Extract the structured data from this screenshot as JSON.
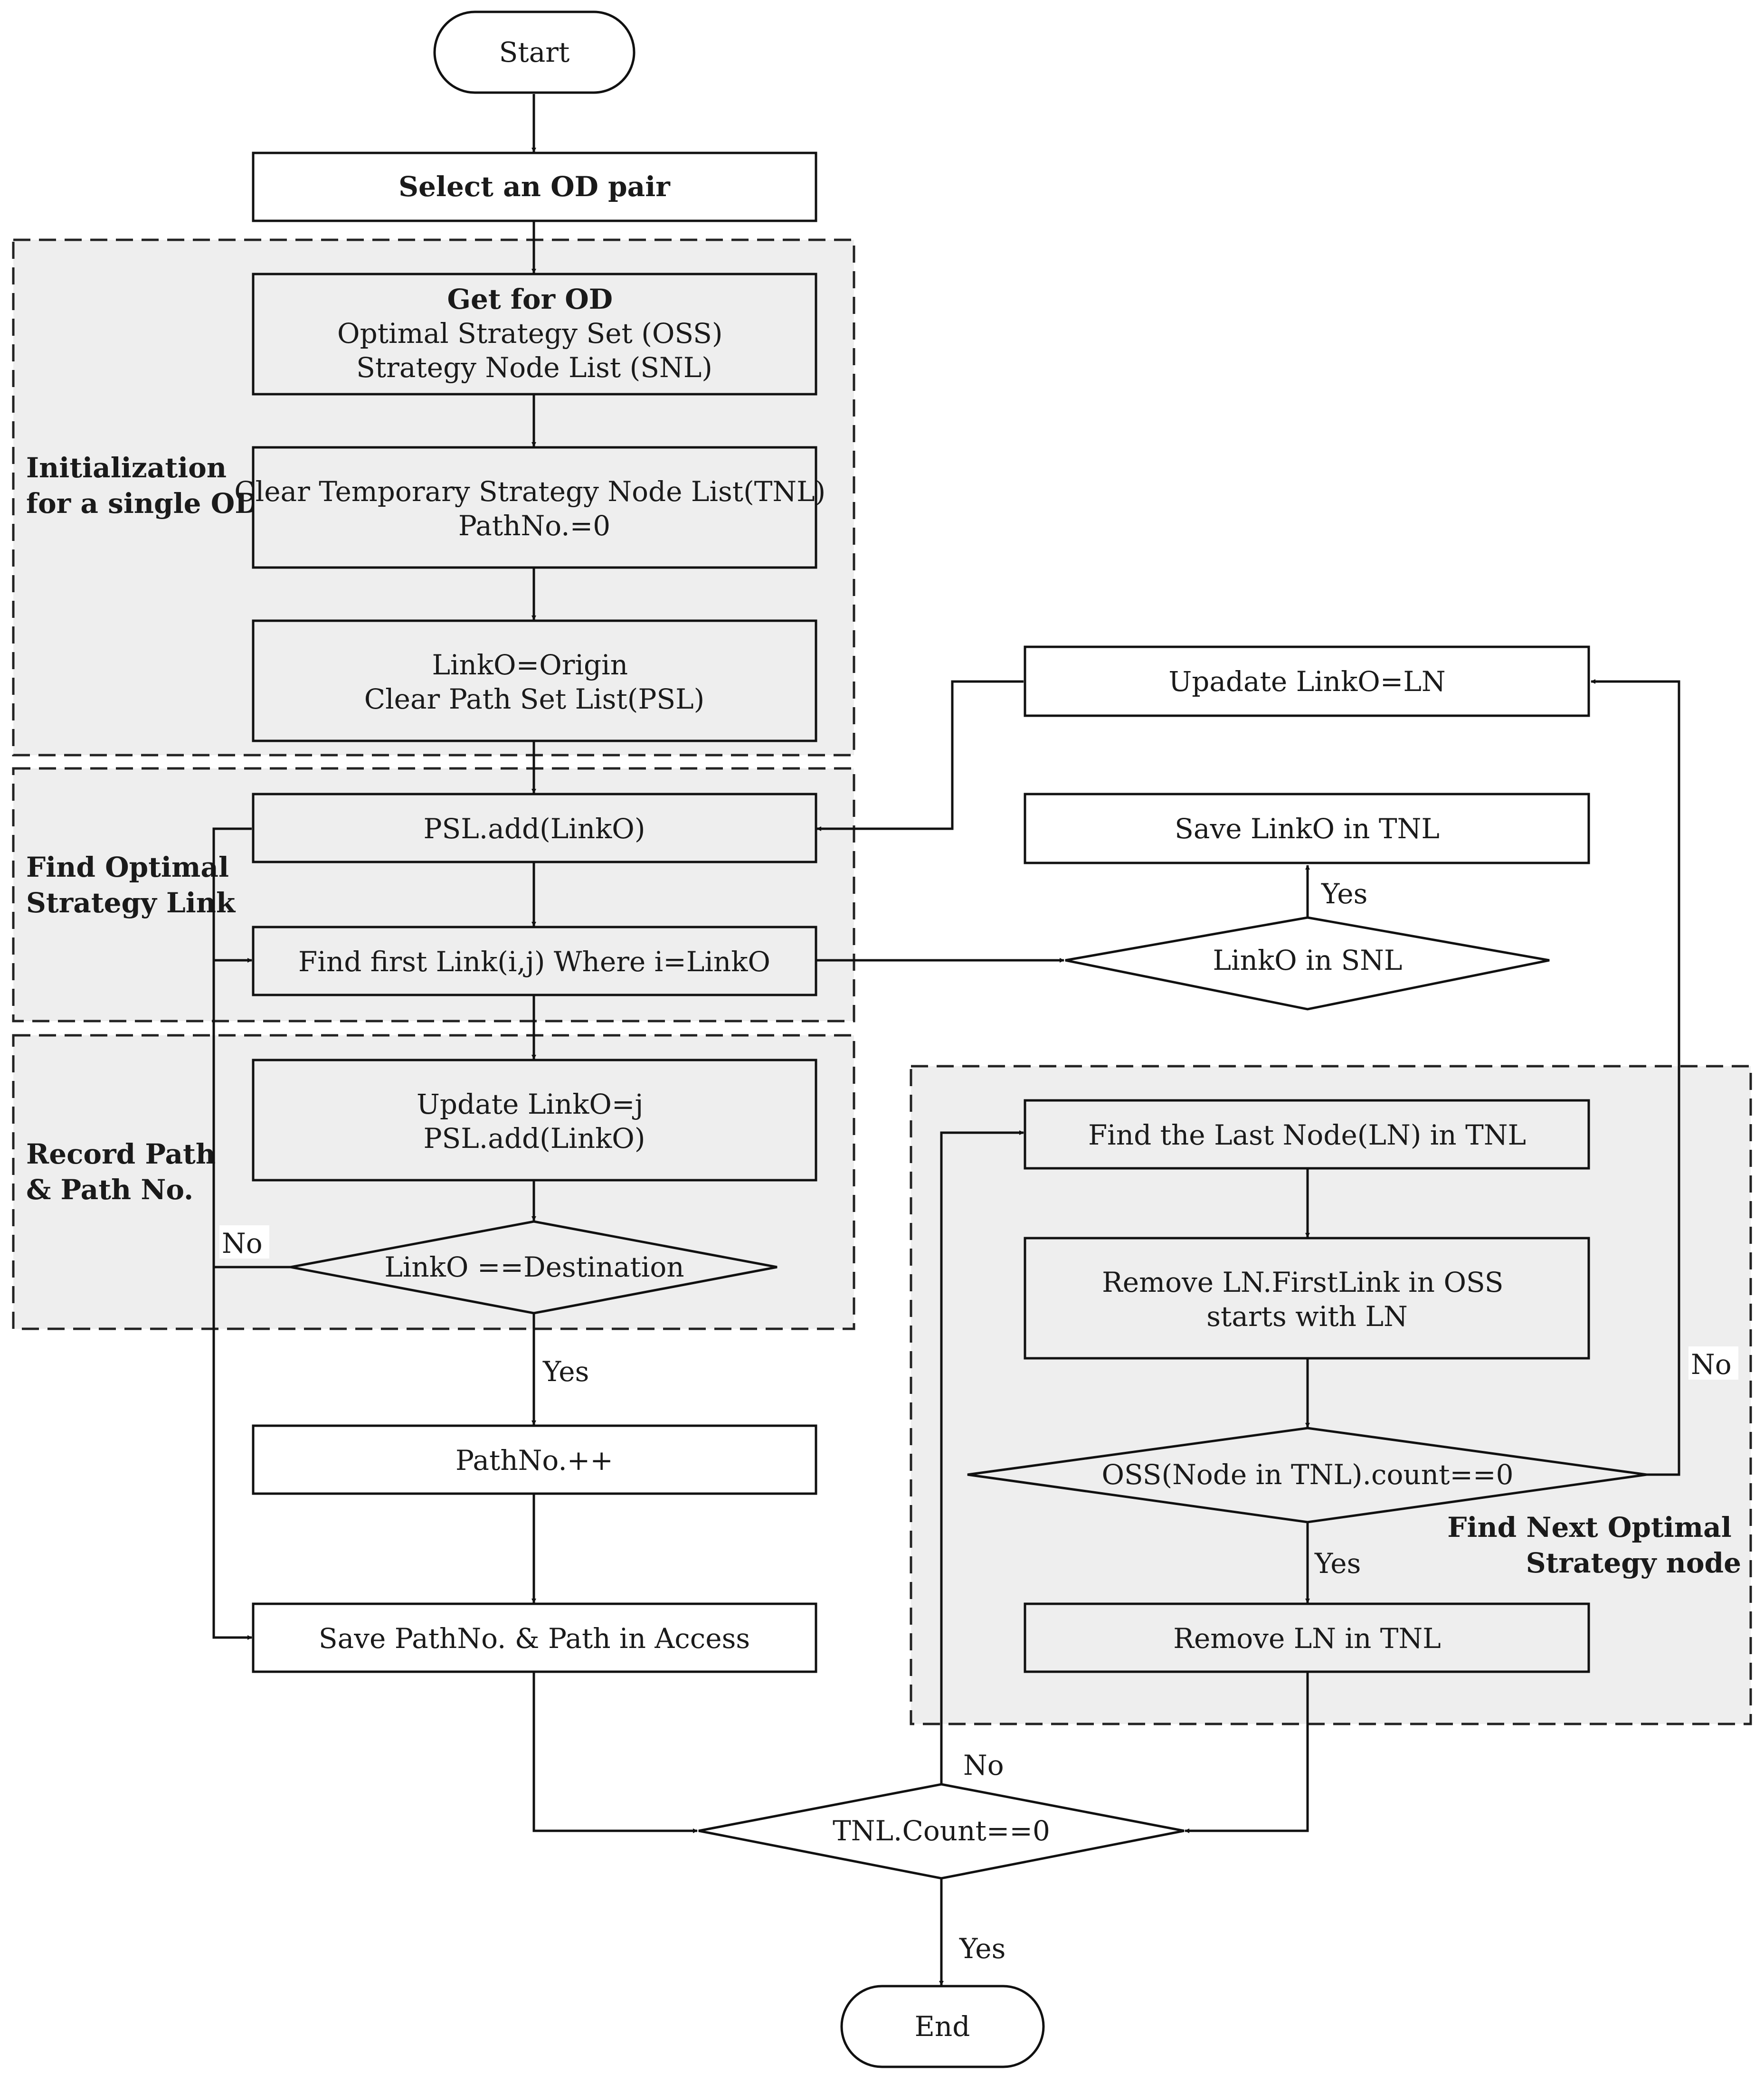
{
  "groups": {
    "init": {
      "lines": [
        "Initialization",
        "for a single OD"
      ]
    },
    "find_link": {
      "lines": [
        "Find Optimal",
        "Strategy Link"
      ]
    },
    "record": {
      "lines": [
        "Record Path",
        "& Path No."
      ]
    },
    "next_node": {
      "lines": [
        "Find Next Optimal",
        "Strategy node"
      ]
    }
  },
  "nodes": {
    "start": {
      "lines": [
        "Start"
      ]
    },
    "select_od": {
      "lines": [
        "Select an OD pair"
      ]
    },
    "get_od": {
      "lines": [
        "Get for OD",
        "Optimal Strategy Set (OSS)",
        "Strategy Node List (SNL)"
      ]
    },
    "clear_tnl": {
      "lines": [
        "Clear Temporary Strategy Node List(TNL)",
        "PathNo.=0"
      ]
    },
    "link_origin": {
      "lines": [
        "LinkO=Origin",
        "Clear Path Set List(PSL)"
      ]
    },
    "psl_add": {
      "lines": [
        "PSL.add(LinkO)"
      ]
    },
    "find_first": {
      "lines": [
        "Find first Link(i,j) Where i=LinkO"
      ]
    },
    "update_j": {
      "lines": [
        "Update LinkO=j",
        "PSL.add(LinkO)"
      ]
    },
    "is_dest": {
      "lines": [
        "LinkO ==Destination"
      ]
    },
    "path_inc": {
      "lines": [
        "PathNo.++"
      ]
    },
    "save_path": {
      "lines": [
        "Save PathNo. & Path in Access"
      ]
    },
    "update_ln": {
      "lines": [
        "Upadate LinkO=LN"
      ]
    },
    "save_tnl": {
      "lines": [
        "Save LinkO in TNL"
      ]
    },
    "in_snl": {
      "lines": [
        "LinkO in SNL"
      ]
    },
    "find_last": {
      "lines": [
        "Find the Last Node(LN) in TNL"
      ]
    },
    "remove_first": {
      "lines": [
        "Remove LN.FirstLink in OSS",
        "starts with LN"
      ]
    },
    "oss_count": {
      "lines": [
        "OSS(Node in TNL).count==0"
      ]
    },
    "remove_ln": {
      "lines": [
        "Remove LN in TNL"
      ]
    },
    "tnl_count": {
      "lines": [
        "TNL.Count==0"
      ]
    },
    "end": {
      "lines": [
        "End"
      ]
    }
  },
  "edge_labels": {
    "yes": "Yes",
    "no": "No"
  }
}
